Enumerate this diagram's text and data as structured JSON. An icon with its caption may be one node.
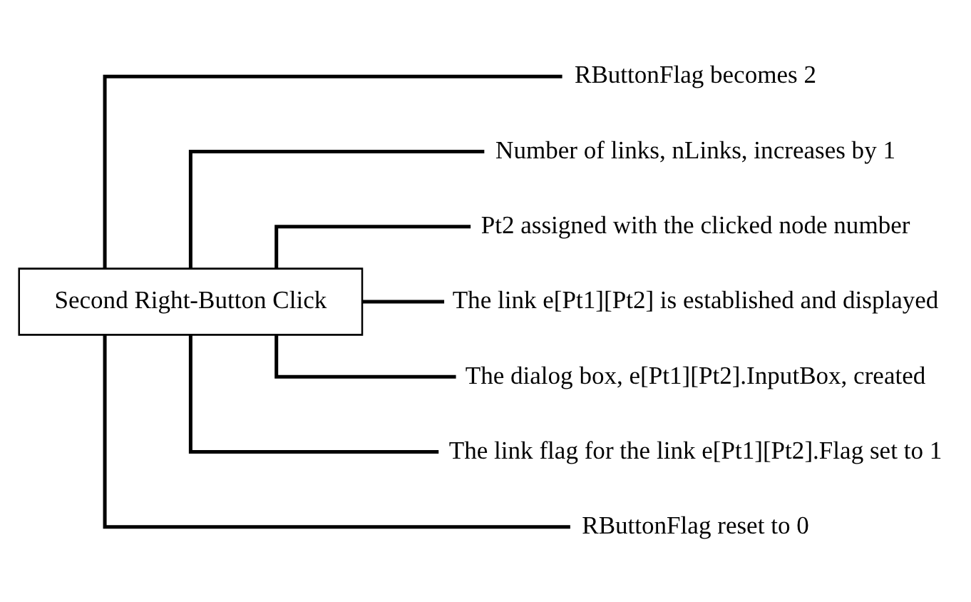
{
  "diagram": {
    "nodes": [
      {
        "text": [
          "Second Right-Button Click"
        ]
      },
      {
        "text": [
          "RButtonFlag becomes 2"
        ]
      },
      {
        "text": [
          "Number of links, nLinks, increases by 1"
        ]
      },
      {
        "text": [
          "Pt2 assigned with the clicked node number"
        ]
      },
      {
        "text": [
          "The link e[Pt1][Pt2] is established and displayed"
        ]
      },
      {
        "text": [
          "The dialog box, e[Pt1][Pt2].InputBox, created"
        ]
      },
      {
        "text": [
          "The link flag for the link e[Pt1][Pt2].Flag set to 1"
        ]
      },
      {
        "text": [
          "RButtonFlag reset to 0"
        ]
      }
    ],
    "edges": [
      {
        "from": 0,
        "to": 1,
        "arrow": "none"
      },
      {
        "from": 0,
        "to": 2,
        "arrow": "none"
      },
      {
        "from": 0,
        "to": 3,
        "arrow": "none"
      },
      {
        "from": 0,
        "to": 4,
        "arrow": "none"
      },
      {
        "from": 0,
        "to": 5,
        "arrow": "none"
      },
      {
        "from": 0,
        "to": 6,
        "arrow": "none"
      },
      {
        "from": 0,
        "to": 7,
        "arrow": "none"
      }
    ]
  }
}
